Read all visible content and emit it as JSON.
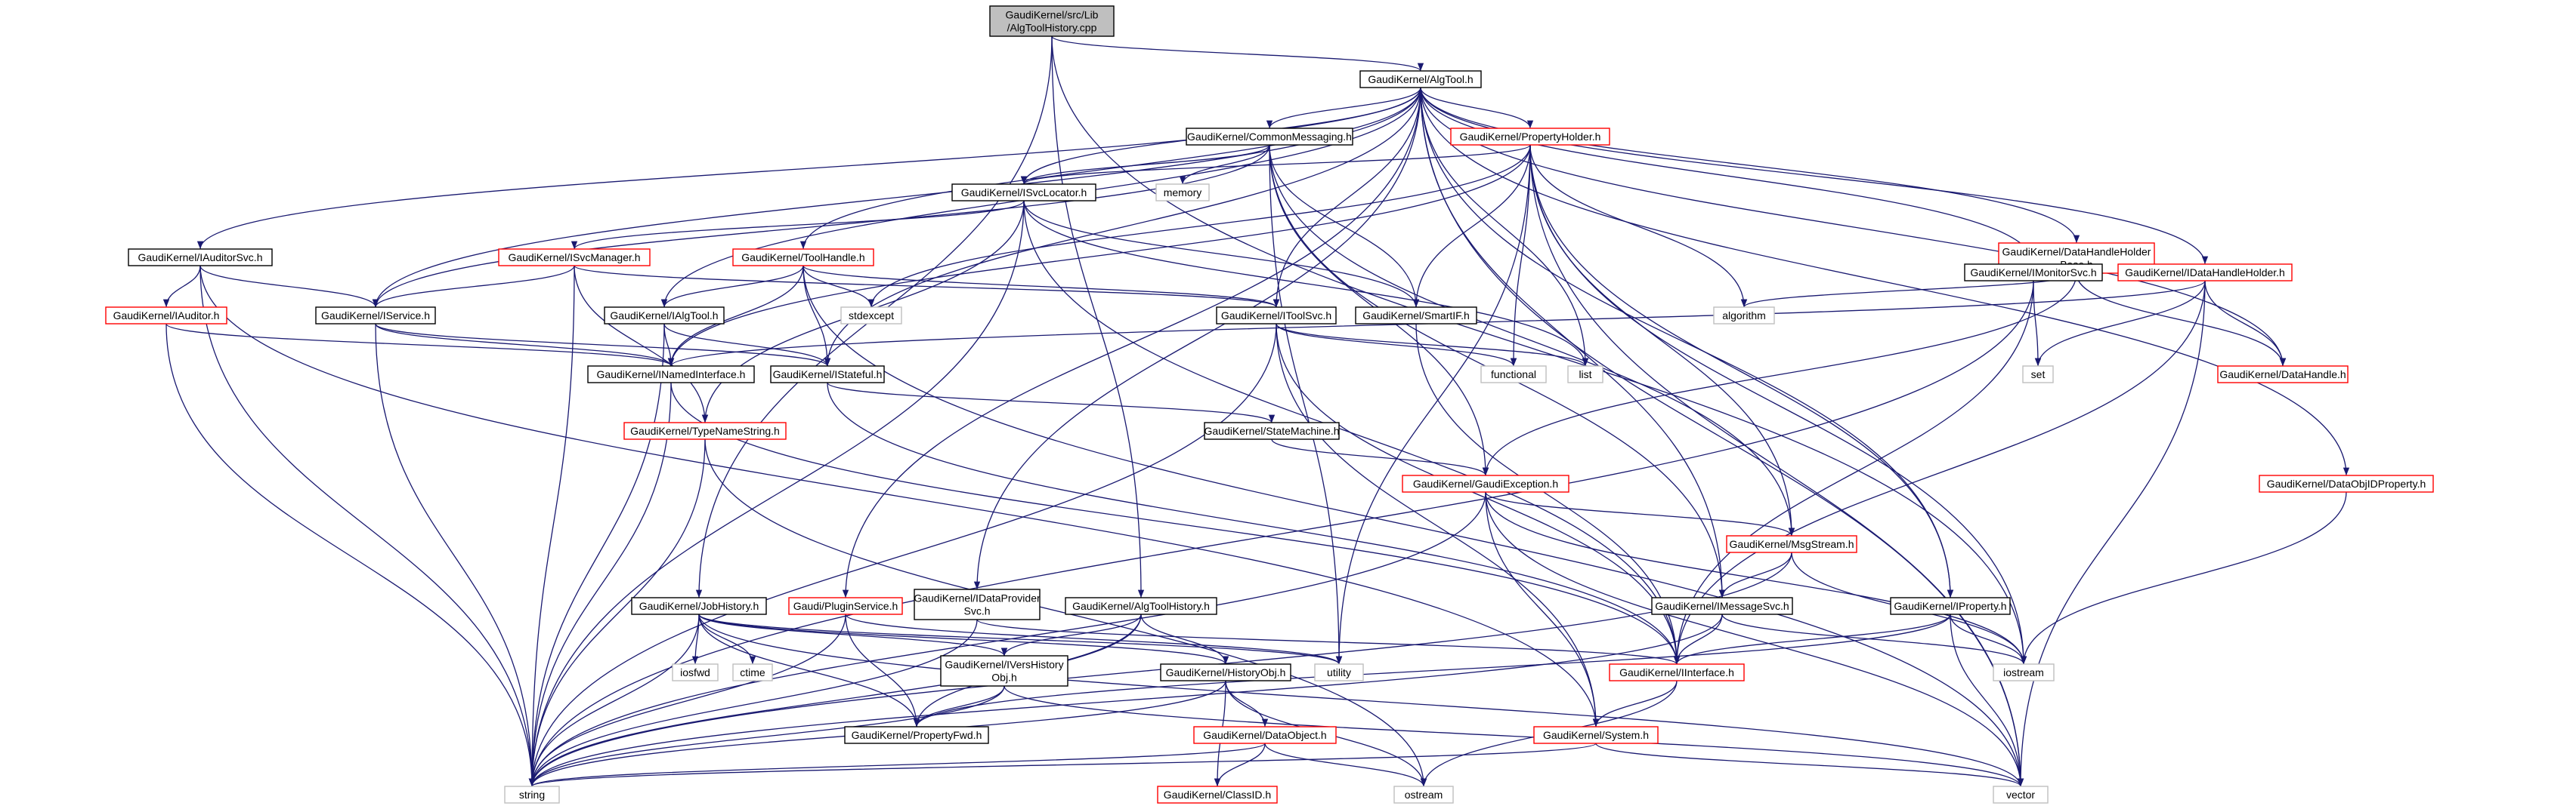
{
  "diagram": {
    "nodes": [
      {
        "id": "root",
        "lines": [
          "GaudiKernel/src/Lib",
          "/AlgToolHistory.cpp"
        ],
        "fill": "#bfbfbf",
        "stroke": "#000000"
      },
      {
        "id": "AlgTool",
        "lines": [
          "GaudiKernel/AlgTool.h"
        ],
        "fill": "#ffffff",
        "stroke": "#000000"
      },
      {
        "id": "CommonMessaging",
        "lines": [
          "GaudiKernel/CommonMessaging.h"
        ],
        "fill": "#ffffff",
        "stroke": "#000000"
      },
      {
        "id": "PropertyHolder",
        "lines": [
          "GaudiKernel/PropertyHolder.h"
        ],
        "fill": "#ffffff",
        "stroke": "#ff0000"
      },
      {
        "id": "ISvcLocator",
        "lines": [
          "GaudiKernel/ISvcLocator.h"
        ],
        "fill": "#ffffff",
        "stroke": "#000000"
      },
      {
        "id": "memory",
        "lines": [
          "memory"
        ],
        "fill": "#ffffff",
        "stroke": "#bfbfbf"
      },
      {
        "id": "IAuditorSvc",
        "lines": [
          "GaudiKernel/IAuditorSvc.h"
        ],
        "fill": "#ffffff",
        "stroke": "#000000"
      },
      {
        "id": "ISvcManager",
        "lines": [
          "GaudiKernel/ISvcManager.h"
        ],
        "fill": "#ffffff",
        "stroke": "#ff0000"
      },
      {
        "id": "ToolHandle",
        "lines": [
          "GaudiKernel/ToolHandle.h"
        ],
        "fill": "#ffffff",
        "stroke": "#ff0000"
      },
      {
        "id": "DataHandleHolderBase",
        "lines": [
          "GaudiKernel/DataHandleHolder",
          "Base.h"
        ],
        "fill": "#ffffff",
        "stroke": "#ff0000"
      },
      {
        "id": "IAuditor",
        "lines": [
          "GaudiKernel/IAuditor.h"
        ],
        "fill": "#ffffff",
        "stroke": "#ff0000"
      },
      {
        "id": "IService",
        "lines": [
          "GaudiKernel/IService.h"
        ],
        "fill": "#ffffff",
        "stroke": "#000000"
      },
      {
        "id": "IAlgTool",
        "lines": [
          "GaudiKernel/IAlgTool.h"
        ],
        "fill": "#ffffff",
        "stroke": "#000000"
      },
      {
        "id": "stdexcept",
        "lines": [
          "stdexcept"
        ],
        "fill": "#ffffff",
        "stroke": "#bfbfbf"
      },
      {
        "id": "IToolSvc",
        "lines": [
          "GaudiKernel/IToolSvc.h"
        ],
        "fill": "#ffffff",
        "stroke": "#000000"
      },
      {
        "id": "SmartIF",
        "lines": [
          "GaudiKernel/SmartIF.h"
        ],
        "fill": "#ffffff",
        "stroke": "#000000"
      },
      {
        "id": "algorithm",
        "lines": [
          "algorithm"
        ],
        "fill": "#ffffff",
        "stroke": "#bfbfbf"
      },
      {
        "id": "IMonitorSvc",
        "lines": [
          "GaudiKernel/IMonitorSvc.h"
        ],
        "fill": "#ffffff",
        "stroke": "#000000"
      },
      {
        "id": "IDataHandleHolder",
        "lines": [
          "GaudiKernel/IDataHandleHolder.h"
        ],
        "fill": "#ffffff",
        "stroke": "#ff0000"
      },
      {
        "id": "INamedInterface",
        "lines": [
          "GaudiKernel/INamedInterface.h"
        ],
        "fill": "#ffffff",
        "stroke": "#000000"
      },
      {
        "id": "IStateful",
        "lines": [
          "GaudiKernel/IStateful.h"
        ],
        "fill": "#ffffff",
        "stroke": "#000000"
      },
      {
        "id": "functional",
        "lines": [
          "functional"
        ],
        "fill": "#ffffff",
        "stroke": "#bfbfbf"
      },
      {
        "id": "list",
        "lines": [
          "list"
        ],
        "fill": "#ffffff",
        "stroke": "#bfbfbf"
      },
      {
        "id": "set",
        "lines": [
          "set"
        ],
        "fill": "#ffffff",
        "stroke": "#bfbfbf"
      },
      {
        "id": "DataHandle",
        "lines": [
          "GaudiKernel/DataHandle.h"
        ],
        "fill": "#ffffff",
        "stroke": "#ff0000"
      },
      {
        "id": "TypeNameString",
        "lines": [
          "GaudiKernel/TypeNameString.h"
        ],
        "fill": "#ffffff",
        "stroke": "#ff0000"
      },
      {
        "id": "StateMachine",
        "lines": [
          "GaudiKernel/StateMachine.h"
        ],
        "fill": "#ffffff",
        "stroke": "#000000"
      },
      {
        "id": "GaudiException",
        "lines": [
          "GaudiKernel/GaudiException.h"
        ],
        "fill": "#ffffff",
        "stroke": "#ff0000"
      },
      {
        "id": "DataObjIDProperty",
        "lines": [
          "GaudiKernel/DataObjIDProperty.h"
        ],
        "fill": "#ffffff",
        "stroke": "#ff0000"
      },
      {
        "id": "MsgStream",
        "lines": [
          "GaudiKernel/MsgStream.h"
        ],
        "fill": "#ffffff",
        "stroke": "#ff0000"
      },
      {
        "id": "JobHistory",
        "lines": [
          "GaudiKernel/JobHistory.h"
        ],
        "fill": "#ffffff",
        "stroke": "#000000"
      },
      {
        "id": "PluginService",
        "lines": [
          "Gaudi/PluginService.h"
        ],
        "fill": "#ffffff",
        "stroke": "#ff0000"
      },
      {
        "id": "IDataProviderSvc",
        "lines": [
          "GaudiKernel/IDataProvider",
          "Svc.h"
        ],
        "fill": "#ffffff",
        "stroke": "#000000"
      },
      {
        "id": "AlgToolHistory",
        "lines": [
          "GaudiKernel/AlgToolHistory.h"
        ],
        "fill": "#ffffff",
        "stroke": "#000000"
      },
      {
        "id": "IMessageSvc",
        "lines": [
          "GaudiKernel/IMessageSvc.h"
        ],
        "fill": "#ffffff",
        "stroke": "#000000"
      },
      {
        "id": "IProperty",
        "lines": [
          "GaudiKernel/IProperty.h"
        ],
        "fill": "#ffffff",
        "stroke": "#000000"
      },
      {
        "id": "iosfwd",
        "lines": [
          "iosfwd"
        ],
        "fill": "#ffffff",
        "stroke": "#bfbfbf"
      },
      {
        "id": "ctime",
        "lines": [
          "ctime"
        ],
        "fill": "#ffffff",
        "stroke": "#bfbfbf"
      },
      {
        "id": "IVersHistoryObj",
        "lines": [
          "GaudiKernel/IVersHistory",
          "Obj.h"
        ],
        "fill": "#ffffff",
        "stroke": "#000000"
      },
      {
        "id": "HistoryObj",
        "lines": [
          "GaudiKernel/HistoryObj.h"
        ],
        "fill": "#ffffff",
        "stroke": "#000000"
      },
      {
        "id": "utility",
        "lines": [
          "utility"
        ],
        "fill": "#ffffff",
        "stroke": "#bfbfbf"
      },
      {
        "id": "IInterface",
        "lines": [
          "GaudiKernel/IInterface.h"
        ],
        "fill": "#ffffff",
        "stroke": "#ff0000"
      },
      {
        "id": "iostream",
        "lines": [
          "iostream"
        ],
        "fill": "#ffffff",
        "stroke": "#bfbfbf"
      },
      {
        "id": "PropertyFwd",
        "lines": [
          "GaudiKernel/PropertyFwd.h"
        ],
        "fill": "#ffffff",
        "stroke": "#000000"
      },
      {
        "id": "DataObject",
        "lines": [
          "GaudiKernel/DataObject.h"
        ],
        "fill": "#ffffff",
        "stroke": "#ff0000"
      },
      {
        "id": "System",
        "lines": [
          "GaudiKernel/System.h"
        ],
        "fill": "#ffffff",
        "stroke": "#ff0000"
      },
      {
        "id": "string",
        "lines": [
          "string"
        ],
        "fill": "#ffffff",
        "stroke": "#bfbfbf"
      },
      {
        "id": "ostream",
        "lines": [
          "ostream"
        ],
        "fill": "#ffffff",
        "stroke": "#bfbfbf"
      },
      {
        "id": "ClassID",
        "lines": [
          "GaudiKernel/ClassID.h"
        ],
        "fill": "#ffffff",
        "stroke": "#ff0000"
      },
      {
        "id": "vector",
        "lines": [
          "vector"
        ],
        "fill": "#ffffff",
        "stroke": "#bfbfbf"
      }
    ],
    "edges": [
      [
        "root",
        "AlgTool"
      ],
      [
        "root",
        "JobHistory"
      ],
      [
        "root",
        "AlgToolHistory"
      ],
      [
        "root",
        "iostream"
      ],
      [
        "AlgTool",
        "CommonMessaging"
      ],
      [
        "AlgTool",
        "PropertyHolder"
      ],
      [
        "AlgTool",
        "ISvcLocator"
      ],
      [
        "AlgTool",
        "IAuditorSvc"
      ],
      [
        "AlgTool",
        "ToolHandle"
      ],
      [
        "AlgTool",
        "DataHandleHolderBase"
      ],
      [
        "AlgTool",
        "IService"
      ],
      [
        "AlgTool",
        "IAlgTool"
      ],
      [
        "AlgTool",
        "IToolSvc"
      ],
      [
        "AlgTool",
        "IMonitorSvc"
      ],
      [
        "AlgTool",
        "IDataHandleHolder"
      ],
      [
        "AlgTool",
        "IStateful"
      ],
      [
        "AlgTool",
        "list"
      ],
      [
        "AlgTool",
        "DataHandle"
      ],
      [
        "AlgTool",
        "DataObjIDProperty"
      ],
      [
        "AlgTool",
        "PluginService"
      ],
      [
        "AlgTool",
        "IDataProviderSvc"
      ],
      [
        "AlgTool",
        "IMessageSvc"
      ],
      [
        "AlgTool",
        "IProperty"
      ],
      [
        "AlgTool",
        "vector"
      ],
      [
        "CommonMessaging",
        "ISvcLocator"
      ],
      [
        "CommonMessaging",
        "memory"
      ],
      [
        "CommonMessaging",
        "IService"
      ],
      [
        "CommonMessaging",
        "SmartIF"
      ],
      [
        "CommonMessaging",
        "GaudiException"
      ],
      [
        "CommonMessaging",
        "MsgStream"
      ],
      [
        "CommonMessaging",
        "IMessageSvc"
      ],
      [
        "CommonMessaging",
        "utility"
      ],
      [
        "PropertyHolder",
        "ISvcLocator"
      ],
      [
        "PropertyHolder",
        "algorithm"
      ],
      [
        "PropertyHolder",
        "functional"
      ],
      [
        "PropertyHolder",
        "INamedInterface"
      ],
      [
        "PropertyHolder",
        "MsgStream"
      ],
      [
        "PropertyHolder",
        "IProperty"
      ],
      [
        "PropertyHolder",
        "iostream"
      ],
      [
        "PropertyHolder",
        "utility"
      ],
      [
        "PropertyHolder",
        "vector"
      ],
      [
        "PropertyHolder",
        "stdexcept"
      ],
      [
        "PropertyHolder",
        "SmartIF"
      ],
      [
        "ISvcLocator",
        "ISvcManager"
      ],
      [
        "ISvcLocator",
        "SmartIF"
      ],
      [
        "ISvcLocator",
        "list"
      ],
      [
        "ISvcLocator",
        "TypeNameString"
      ],
      [
        "ISvcLocator",
        "IInterface"
      ],
      [
        "ISvcLocator",
        "string"
      ],
      [
        "IAuditorSvc",
        "IAuditor"
      ],
      [
        "IAuditorSvc",
        "IService"
      ],
      [
        "IAuditorSvc",
        "System"
      ],
      [
        "IAuditorSvc",
        "string"
      ],
      [
        "ISvcManager",
        "IService"
      ],
      [
        "ISvcManager",
        "TypeNameString"
      ],
      [
        "ISvcManager",
        "string"
      ],
      [
        "ISvcManager",
        "IToolSvc"
      ],
      [
        "ToolHandle",
        "IAlgTool"
      ],
      [
        "ToolHandle",
        "IToolSvc"
      ],
      [
        "ToolHandle",
        "INamedInterface"
      ],
      [
        "ToolHandle",
        "stdexcept"
      ],
      [
        "ToolHandle",
        "vector"
      ],
      [
        "ToolHandle",
        "IStateful"
      ],
      [
        "DataHandleHolderBase",
        "IDataHandleHolder"
      ],
      [
        "DataHandleHolderBase",
        "DataHandle"
      ],
      [
        "DataHandleHolderBase",
        "algorithm"
      ],
      [
        "DataHandleHolderBase",
        "GaudiException"
      ],
      [
        "IAuditor",
        "INamedInterface"
      ],
      [
        "IAuditor",
        "string"
      ],
      [
        "IService",
        "INamedInterface"
      ],
      [
        "IService",
        "IStateful"
      ],
      [
        "IService",
        "string"
      ],
      [
        "IAlgTool",
        "INamedInterface"
      ],
      [
        "IAlgTool",
        "IStateful"
      ],
      [
        "IAlgTool",
        "string"
      ],
      [
        "IToolSvc",
        "list"
      ],
      [
        "IToolSvc",
        "functional"
      ],
      [
        "IToolSvc",
        "IInterface"
      ],
      [
        "IToolSvc",
        "System"
      ],
      [
        "IToolSvc",
        "string"
      ],
      [
        "SmartIF",
        "IInterface"
      ],
      [
        "IMonitorSvc",
        "IInterface"
      ],
      [
        "IMonitorSvc",
        "set"
      ],
      [
        "IMonitorSvc",
        "string"
      ],
      [
        "IDataHandleHolder",
        "DataHandle"
      ],
      [
        "IDataHandleHolder",
        "INamedInterface"
      ],
      [
        "IDataHandleHolder",
        "set"
      ],
      [
        "IDataHandleHolder",
        "IInterface"
      ],
      [
        "IDataHandleHolder",
        "vector"
      ],
      [
        "INamedInterface",
        "IInterface"
      ],
      [
        "INamedInterface",
        "string"
      ],
      [
        "IStateful",
        "StateMachine"
      ],
      [
        "IStateful",
        "IInterface"
      ],
      [
        "StateMachine",
        "GaudiException"
      ],
      [
        "GaudiException",
        "MsgStream"
      ],
      [
        "GaudiException",
        "System"
      ],
      [
        "GaudiException",
        "string"
      ],
      [
        "GaudiException",
        "iostream"
      ],
      [
        "GaudiException",
        "vector"
      ],
      [
        "TypeNameString",
        "string"
      ],
      [
        "TypeNameString",
        "ostream"
      ],
      [
        "MsgStream",
        "IMessageSvc"
      ],
      [
        "MsgStream",
        "string"
      ],
      [
        "MsgStream",
        "iostream"
      ],
      [
        "DataObjIDProperty",
        "iostream"
      ],
      [
        "JobHistory",
        "IVersHistoryObj"
      ],
      [
        "JobHistory",
        "HistoryObj"
      ],
      [
        "JobHistory",
        "PropertyFwd"
      ],
      [
        "JobHistory",
        "string"
      ],
      [
        "JobHistory",
        "iosfwd"
      ],
      [
        "JobHistory",
        "ctime"
      ],
      [
        "JobHistory",
        "utility"
      ],
      [
        "JobHistory",
        "vector"
      ],
      [
        "PluginService",
        "PropertyFwd"
      ],
      [
        "PluginService",
        "string"
      ],
      [
        "PluginService",
        "utility"
      ],
      [
        "IDataProviderSvc",
        "IInterface"
      ],
      [
        "IDataProviderSvc",
        "string"
      ],
      [
        "AlgToolHistory",
        "HistoryObj"
      ],
      [
        "AlgToolHistory",
        "IVersHistoryObj"
      ],
      [
        "AlgToolHistory",
        "PropertyFwd"
      ],
      [
        "AlgToolHistory",
        "string"
      ],
      [
        "IMessageSvc",
        "IInterface"
      ],
      [
        "IMessageSvc",
        "iostream"
      ],
      [
        "IMessageSvc",
        "string"
      ],
      [
        "IProperty",
        "IInterface"
      ],
      [
        "IProperty",
        "PropertyFwd"
      ],
      [
        "IProperty",
        "iostream"
      ],
      [
        "IProperty",
        "vector"
      ],
      [
        "IVersHistoryObj",
        "PropertyFwd"
      ],
      [
        "IVersHistoryObj",
        "string"
      ],
      [
        "IVersHistoryObj",
        "vector"
      ],
      [
        "HistoryObj",
        "DataObject"
      ],
      [
        "HistoryObj",
        "ClassID"
      ],
      [
        "HistoryObj",
        "ostream"
      ],
      [
        "HistoryObj",
        "string"
      ],
      [
        "IInterface",
        "System"
      ],
      [
        "IInterface",
        "ostream"
      ],
      [
        "DataObject",
        "ClassID"
      ],
      [
        "DataObject",
        "ostream"
      ],
      [
        "DataObject",
        "string"
      ],
      [
        "System",
        "vector"
      ],
      [
        "System",
        "string"
      ]
    ]
  }
}
